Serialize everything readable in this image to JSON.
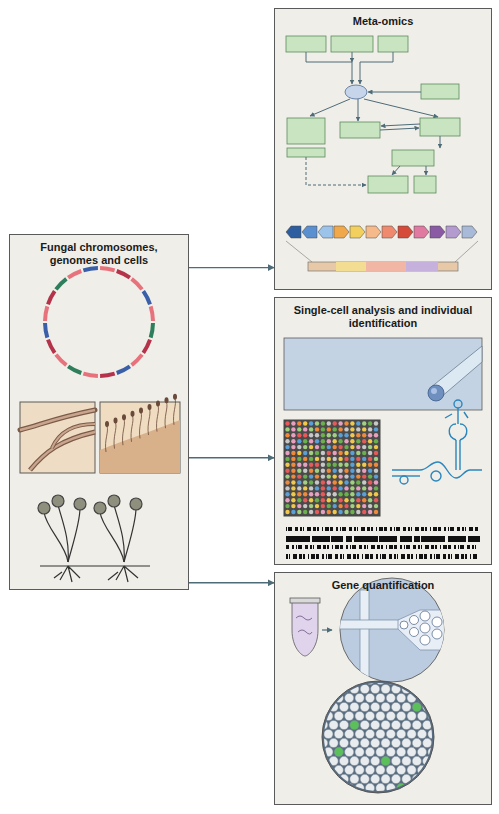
{
  "diagram": {
    "nodes": [
      {
        "text": [
          "Fungal chromosomes, genomes and cells"
        ]
      },
      {
        "text": [
          "Meta-omics"
        ]
      },
      {
        "text": [
          "Single-cell analysis and individual identification"
        ]
      },
      {
        "text": [
          "Gene quantification"
        ]
      }
    ],
    "edges": [
      {
        "from": 0,
        "to": 1,
        "arrow": "to"
      },
      {
        "from": 0,
        "to": 2,
        "arrow": "to"
      },
      {
        "from": 0,
        "to": 3,
        "arrow": "to"
      }
    ]
  }
}
